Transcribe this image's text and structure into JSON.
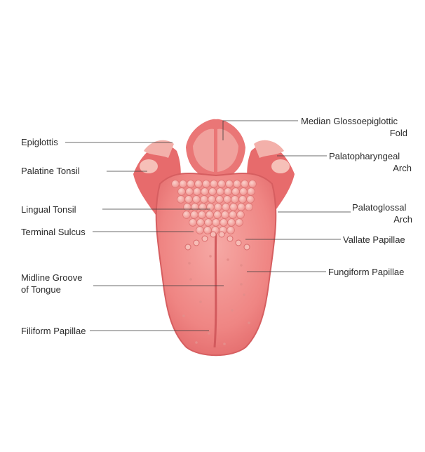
{
  "labels": {
    "epiglottis": "Epiglottis",
    "palatine_tonsil": "Palatine Tonsil",
    "lingual_tonsil": "Lingual Tonsil",
    "terminal_sulcus": "Terminal Sulcus",
    "midline_groove_1": "Midline Groove",
    "midline_groove_2": "of Tongue",
    "filiform": "Filiform Papillae",
    "median_1": "Median Glossoepiglottic",
    "median_2": "Fold",
    "palatopharyngeal_1": "Palatopharyngeal",
    "palatopharyngeal_2": "Arch",
    "palatoglossal_1": "Palatoglossal",
    "palatoglossal_2": "Arch",
    "vallate": "Vallate Papillae",
    "fungiform": "Fungiform Papillae"
  },
  "colors": {
    "tongue_body": "#ee7a7a",
    "tongue_light": "#f5a3a0",
    "tongue_dark": "#d9575a",
    "tonsil": "#f6b4ad",
    "papilla_dot": "#e58d8a",
    "leader_line": "#3a3a3a"
  }
}
